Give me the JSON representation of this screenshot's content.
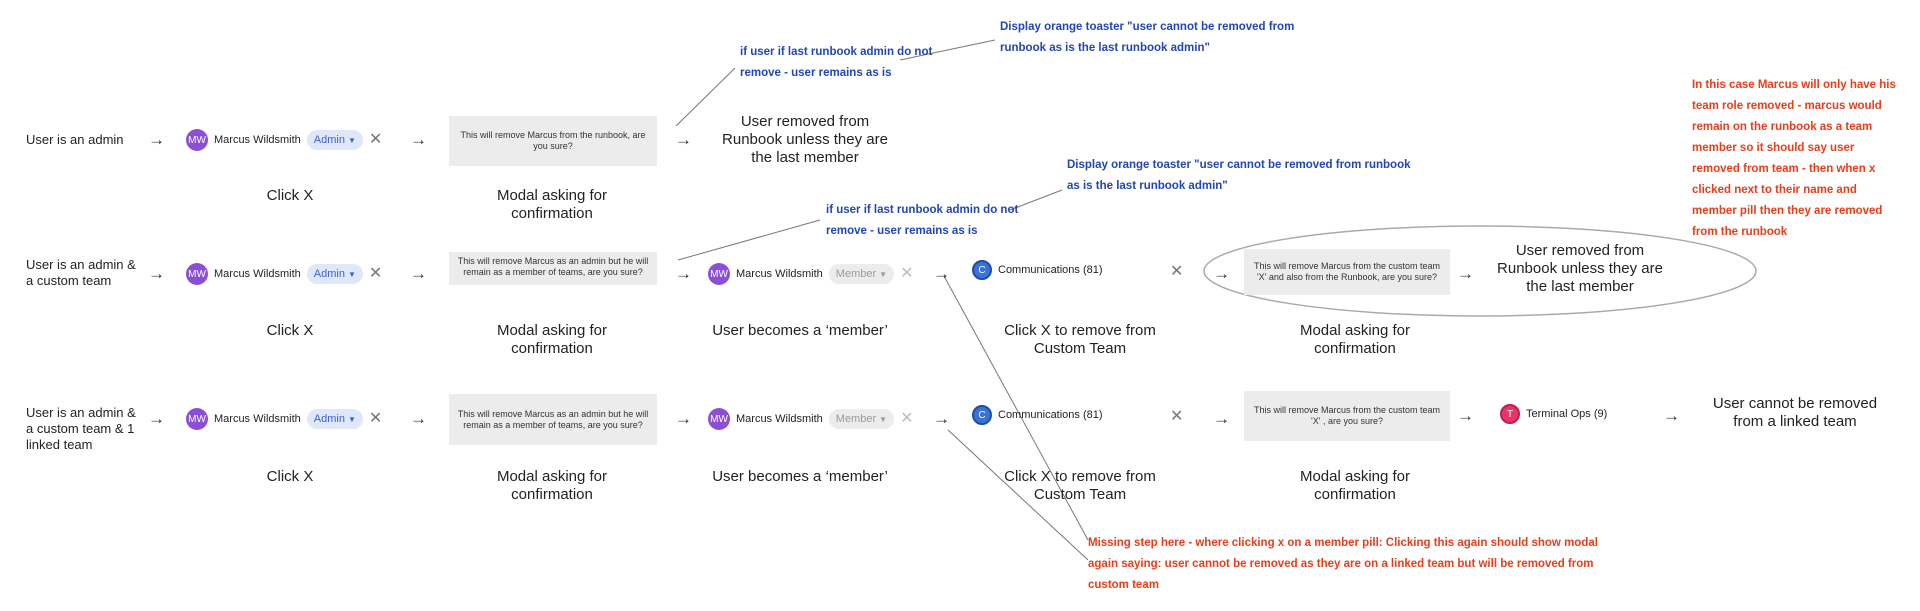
{
  "rows": [
    {
      "label": "User is an admin",
      "user": {
        "initials": "MW",
        "name": "Marcus Wildsmith",
        "role": "Admin"
      },
      "click_x": "Click X",
      "modal_text": "This will remove Marcus from the runbook, are you sure?",
      "modal_caption": "Modal asking for confirmation",
      "result": "User removed from Runbook unless they are the last member"
    },
    {
      "label": "User is an admin & a custom team",
      "user": {
        "initials": "MW",
        "name": "Marcus Wildsmith",
        "role": "Admin"
      },
      "click_x": "Click X",
      "modal_text": "This will remove Marcus as an admin but he will remain as a member of teams, are you sure?",
      "modal_caption": "Modal asking for confirmation",
      "member_user": {
        "initials": "MW",
        "name": "Marcus Wildsmith",
        "role": "Member"
      },
      "member_caption": "User becomes a ‘member’",
      "team": {
        "initial": "C",
        "name": "Communications (81)"
      },
      "team_caption": "Click X to remove from Custom Team",
      "team_modal_text": "This will remove Marcus from the custom team 'X' and also from the Runbook, are you sure?",
      "team_modal_caption": "Modal asking for confirmation",
      "result": "User removed from Runbook unless they are the last member"
    },
    {
      "label": "User is an admin & a custom team & 1 linked team",
      "user": {
        "initials": "MW",
        "name": "Marcus Wildsmith",
        "role": "Admin"
      },
      "click_x": "Click X",
      "modal_text": "This will remove Marcus as an admin but he will remain as a member of teams, are you sure?",
      "modal_caption": "Modal asking for confirmation",
      "member_user": {
        "initials": "MW",
        "name": "Marcus Wildsmith",
        "role": "Member"
      },
      "member_caption": "User becomes a ‘member’",
      "team": {
        "initial": "C",
        "name": "Communications (81)"
      },
      "team_caption": "Click X to remove from Custom Team",
      "team_modal_text": "This will remove Marcus from the custom team 'X' , are you sure?",
      "team_modal_caption": "Modal asking for confirmation",
      "linked_team": {
        "initial": "T",
        "name": "Terminal Ops (9)"
      },
      "result": "User cannot be removed from a linked team"
    }
  ],
  "arrow": "→",
  "close": "✕",
  "caret": "▼",
  "notes": {
    "blue_1": "if user if last runbook admin do not remove - user remains as is",
    "blue_2": "Display orange toaster \"user cannot be removed from runbook as is the last runbook admin\"",
    "blue_3": "Display orange toaster \"user cannot be removed from runbook as is the last runbook admin\"",
    "blue_4": "if user if last runbook admin do not remove - user remains as is",
    "red_right": "In this case Marcus will only have his team role removed - marcus would remain on the runbook as a team member so it should say user removed from team - then when x clicked next to their name and member pill then they are removed from the runbook",
    "red_bottom": "Missing step here - where clicking x on a member pill: Clicking this again should show modal again saying: user cannot be removed as they are on a linked team but will be removed from custom team"
  },
  "colors": {
    "admin_pill": "#dfe8fb",
    "member_pill": "#ececec",
    "avatar": "#8b4fd6",
    "note_blue": "#2346b0",
    "note_red": "#e4401b",
    "modal_bg": "#ececec"
  }
}
